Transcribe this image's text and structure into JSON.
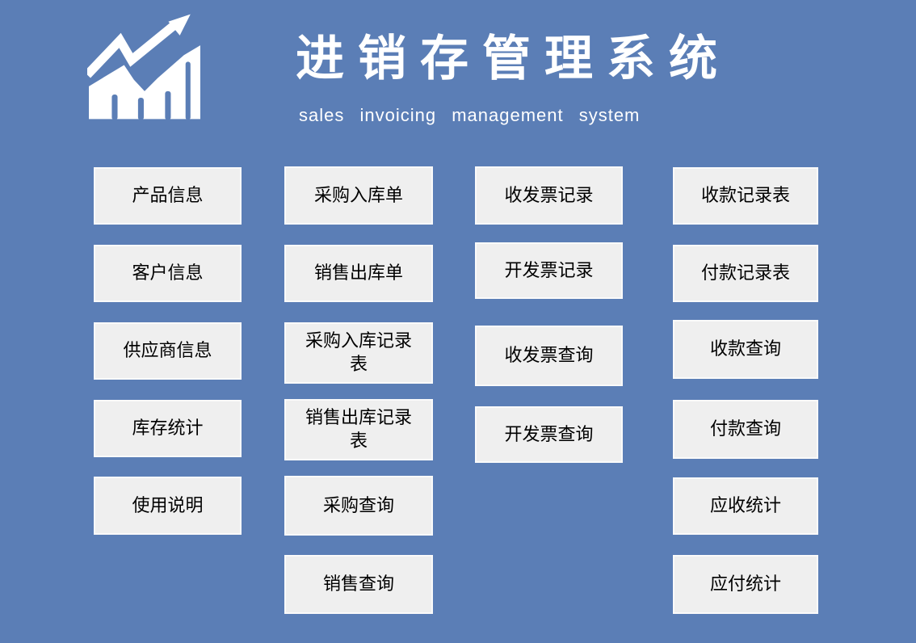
{
  "header": {
    "title": "进销存管理系统",
    "subtitle": "sales invoicing management system",
    "logo_icon": "trending-up-bar-chart-arrow-icon"
  },
  "colors": {
    "background": "#5b7eb6",
    "button_bg": "#efefef",
    "button_border": "#fafafa",
    "button_text": "#000000",
    "title_text": "#ffffff"
  },
  "menu": {
    "columns": [
      {
        "buttons": [
          "产品信息",
          "客户信息",
          "供应商信息",
          "库存统计",
          "使用说明"
        ]
      },
      {
        "buttons": [
          "采购入库单",
          "销售出库单",
          "采购入库记录表",
          "销售出库记录表",
          "采购查询",
          "销售查询"
        ]
      },
      {
        "buttons": [
          "收发票记录",
          "开发票记录",
          "收发票查询",
          "开发票查询"
        ]
      },
      {
        "buttons": [
          "收款记录表",
          "付款记录表",
          "收款查询",
          "付款查询",
          "应收统计",
          "应付统计"
        ]
      }
    ]
  }
}
